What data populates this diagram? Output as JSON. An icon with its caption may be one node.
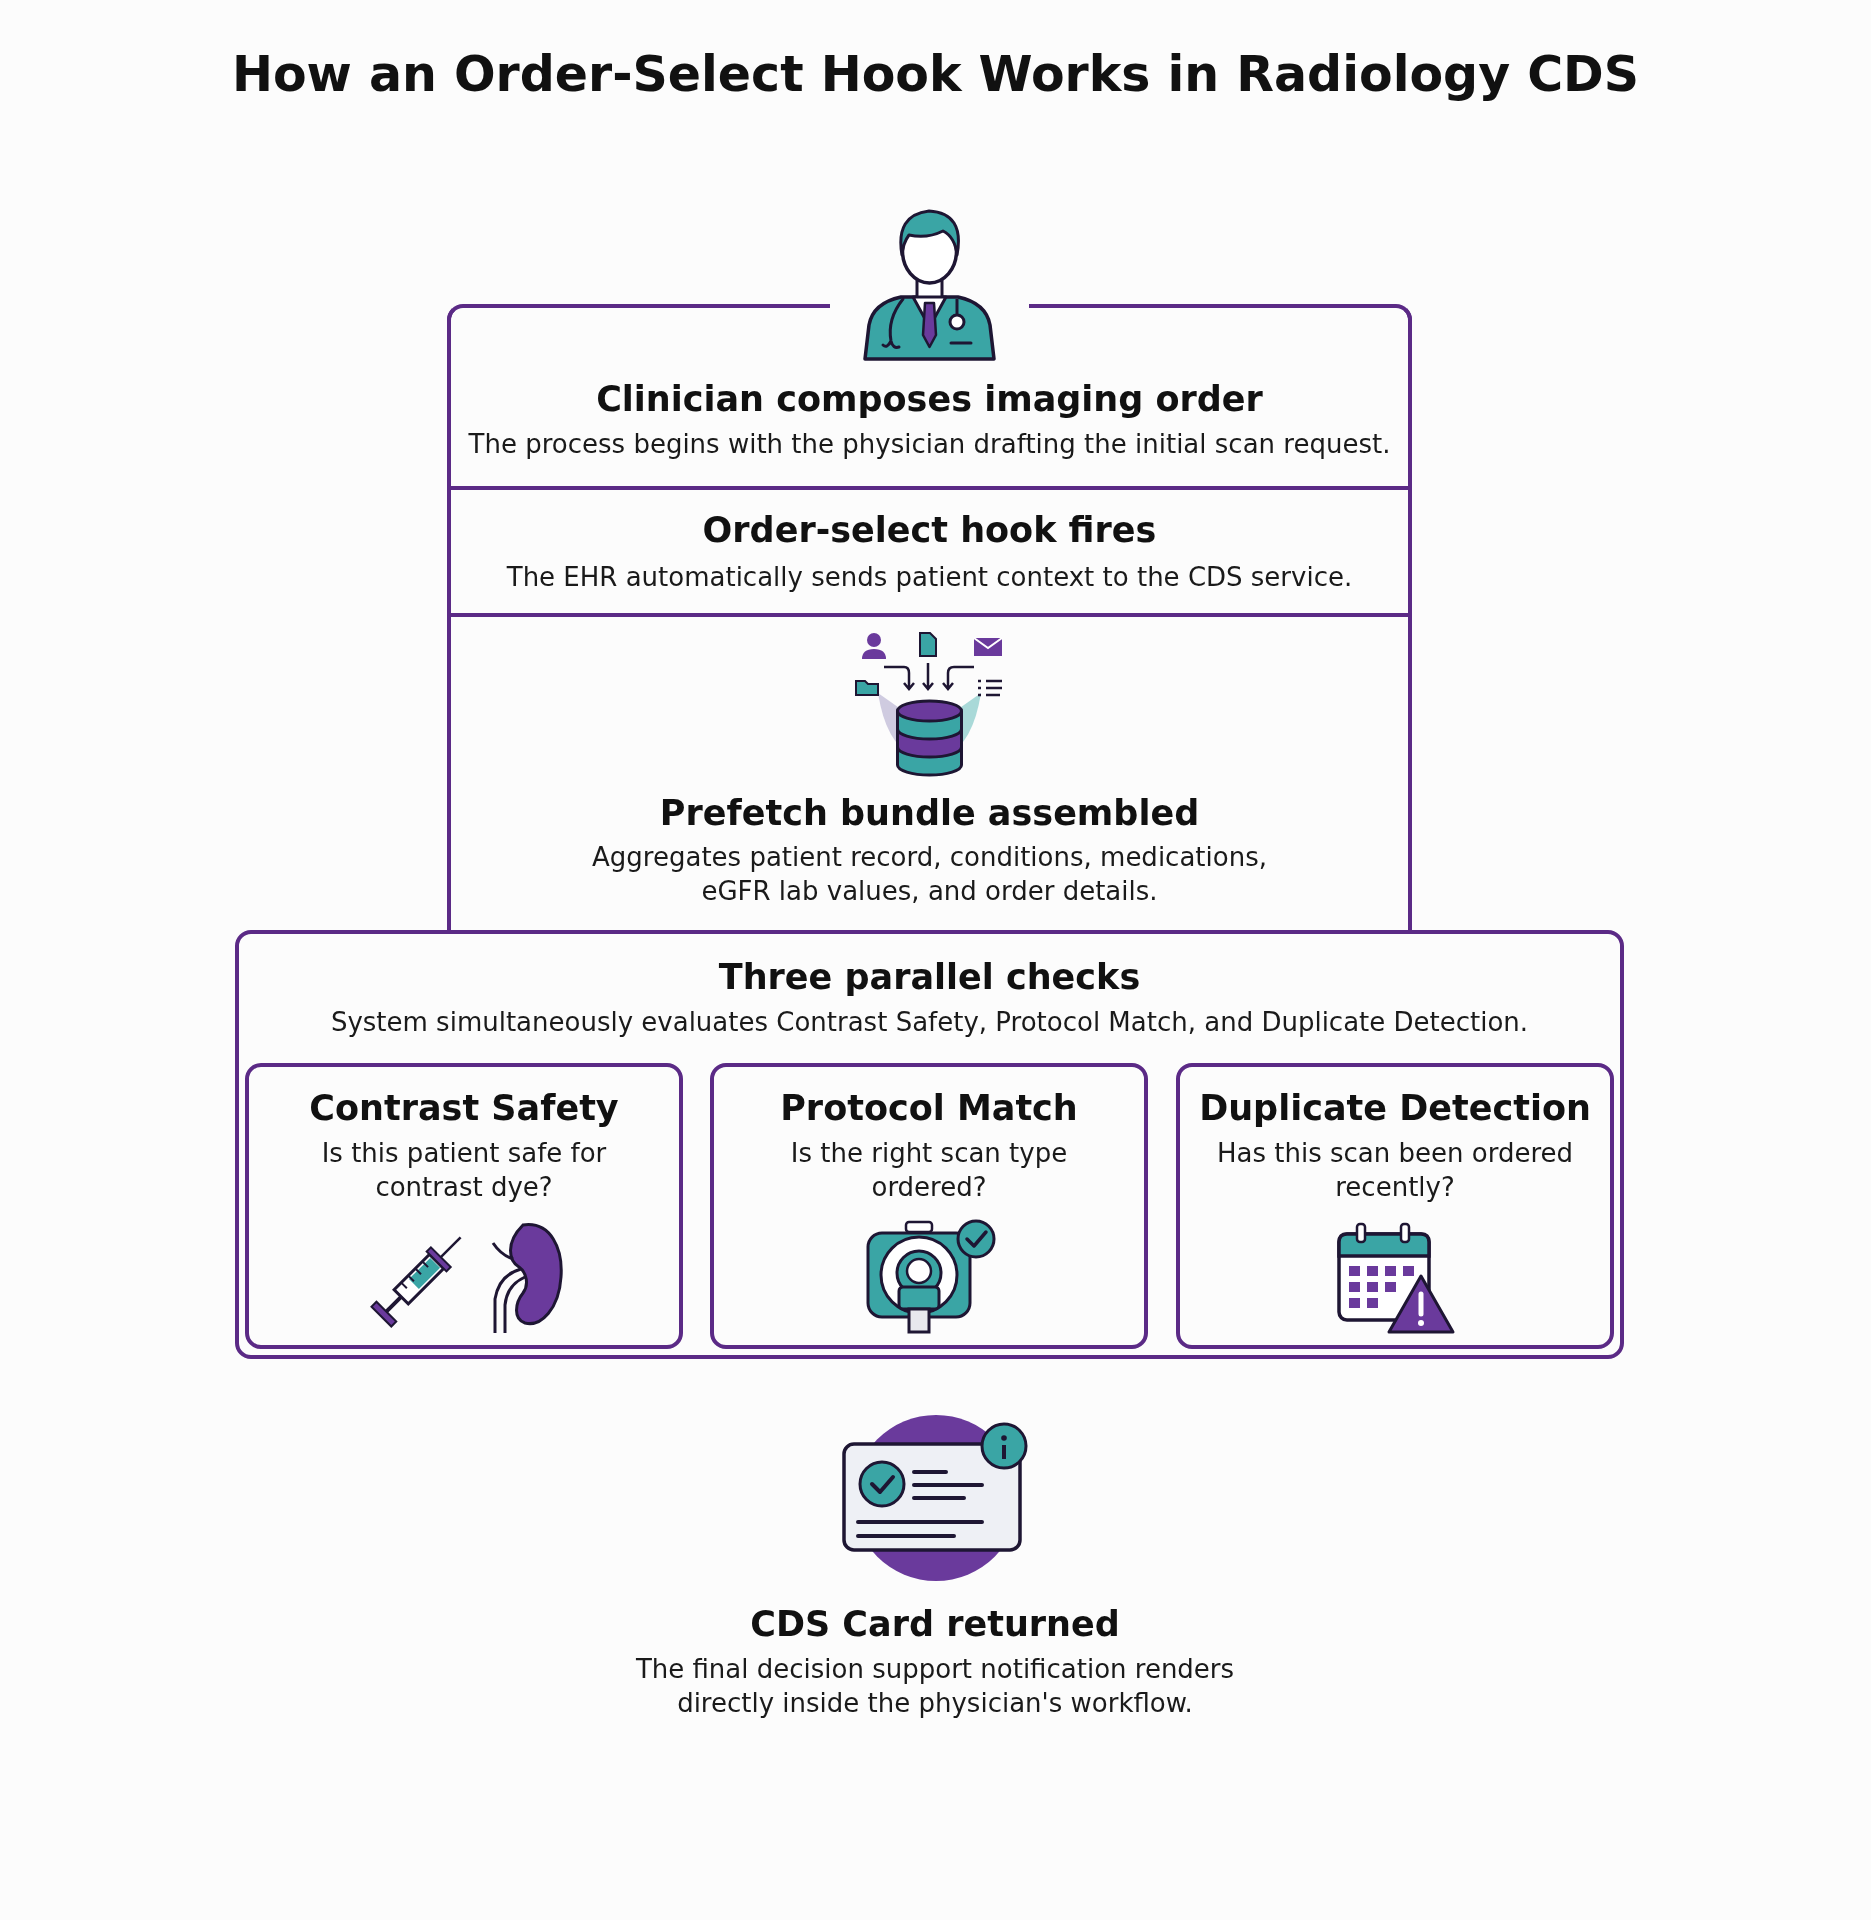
{
  "diagram": {
    "title": "How an Order-Select Hook Works in Radiology CDS",
    "nodes": [
      {
        "text": [
          "Clinician composes imaging order",
          "The process begins with the physician drafting the initial scan request."
        ]
      },
      {
        "text": [
          "Order-select hook fires",
          "The EHR automatically sends patient context to the CDS service."
        ]
      },
      {
        "text": [
          "Prefetch bundle assembled",
          "Aggregates patient record, conditions, medications, eGFR lab values, and order details."
        ]
      },
      {
        "text": [
          "Three parallel checks",
          "System simultaneously evaluates Contrast Safety, Protocol Match, and Duplicate Detection."
        ]
      },
      {
        "text": [
          "Contrast Safety",
          "Is this patient safe for contrast dye?"
        ],
        "in": 3
      },
      {
        "text": [
          "Protocol Match",
          "Is the right scan type ordered?"
        ],
        "in": 3
      },
      {
        "text": [
          "Duplicate Detection",
          "Has this scan been ordered recently?"
        ],
        "in": 3
      },
      {
        "text": [
          "CDS Card returned",
          "The final decision support notification renders directly inside the physician's workflow."
        ]
      }
    ]
  }
}
